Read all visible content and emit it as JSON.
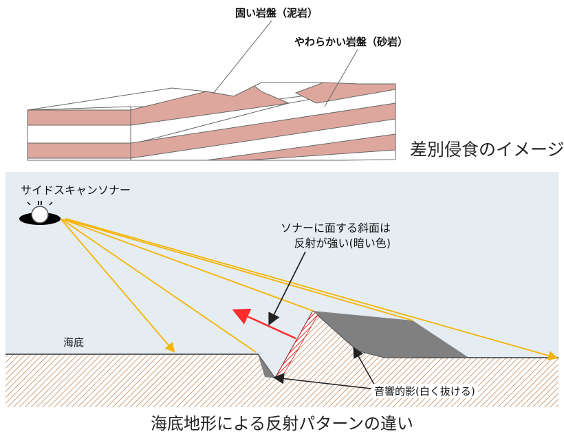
{
  "top_figure": {
    "label_hard": "固い岩盤（泥岩）",
    "label_soft": "やわらかい岩盤（砂岩）",
    "caption": "差別侵食のイメージ",
    "colors": {
      "hard_layer": "#dea79d",
      "soft_layer": "#ffffff",
      "outline": "#666666"
    }
  },
  "sonar_figure": {
    "label_sidescan": "サイドスキャンソナー",
    "label_seafloor": "海底",
    "label_slope_line1": "ソナーに面する斜面は",
    "label_slope_line2": "反射が強い(暗い色)",
    "label_shadow": "音響的影(白く抜ける)",
    "caption": "海底地形による反射パターンの違い",
    "colors": {
      "water": "#e5ecf2",
      "beam": "#f5b400",
      "reflection": "#ff2a2a",
      "shadow": "#808080",
      "hatch": "#c08858"
    }
  }
}
